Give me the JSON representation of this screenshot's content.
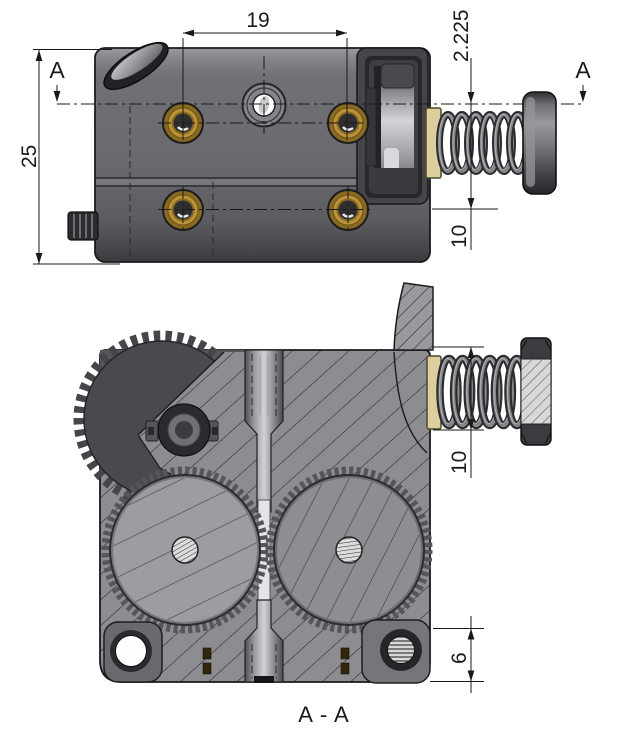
{
  "drawing": {
    "section_marker_left": "A",
    "section_marker_right": "A",
    "section_title": "A - A"
  },
  "dimensions": {
    "hole_spacing": "19",
    "body_height": "25",
    "path_offset": "2.225",
    "row_spacing": "10",
    "spring_od": "10",
    "screw_offset": "6"
  },
  "colors": {
    "background": "#ffffff",
    "line": "#1a1a1a",
    "body_gray": "#6d6d71",
    "section_gray": "#8d8d91",
    "gear_dark": "#4b4b4f",
    "brass": "#bb9338",
    "washer_cream": "#dbcfa0",
    "spring_gray": "#85858a",
    "hatch": "#1e1e1e"
  }
}
